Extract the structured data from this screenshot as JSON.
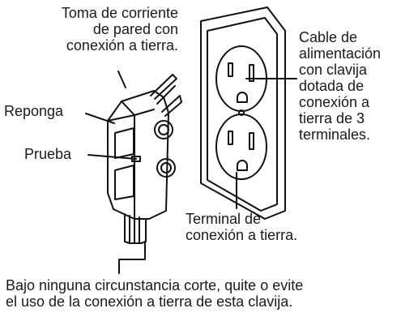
{
  "labels": {
    "outlet": [
      "Toma de corriente",
      "de pared con",
      "conexión a tierra."
    ],
    "reset": "Reponga",
    "test": "Prueba",
    "cord": [
      "Cable de",
      "alimentación",
      "con clavija",
      "dotada de",
      "conexión a",
      "tierra de 3",
      "terminales."
    ],
    "ground_terminal": [
      "Terminal de",
      "conexión a tierra."
    ],
    "warning": [
      "Bajo ninguna circunstancia corte, quite o evite",
      "el uso de la conexión a tierra de esta clavija."
    ]
  }
}
